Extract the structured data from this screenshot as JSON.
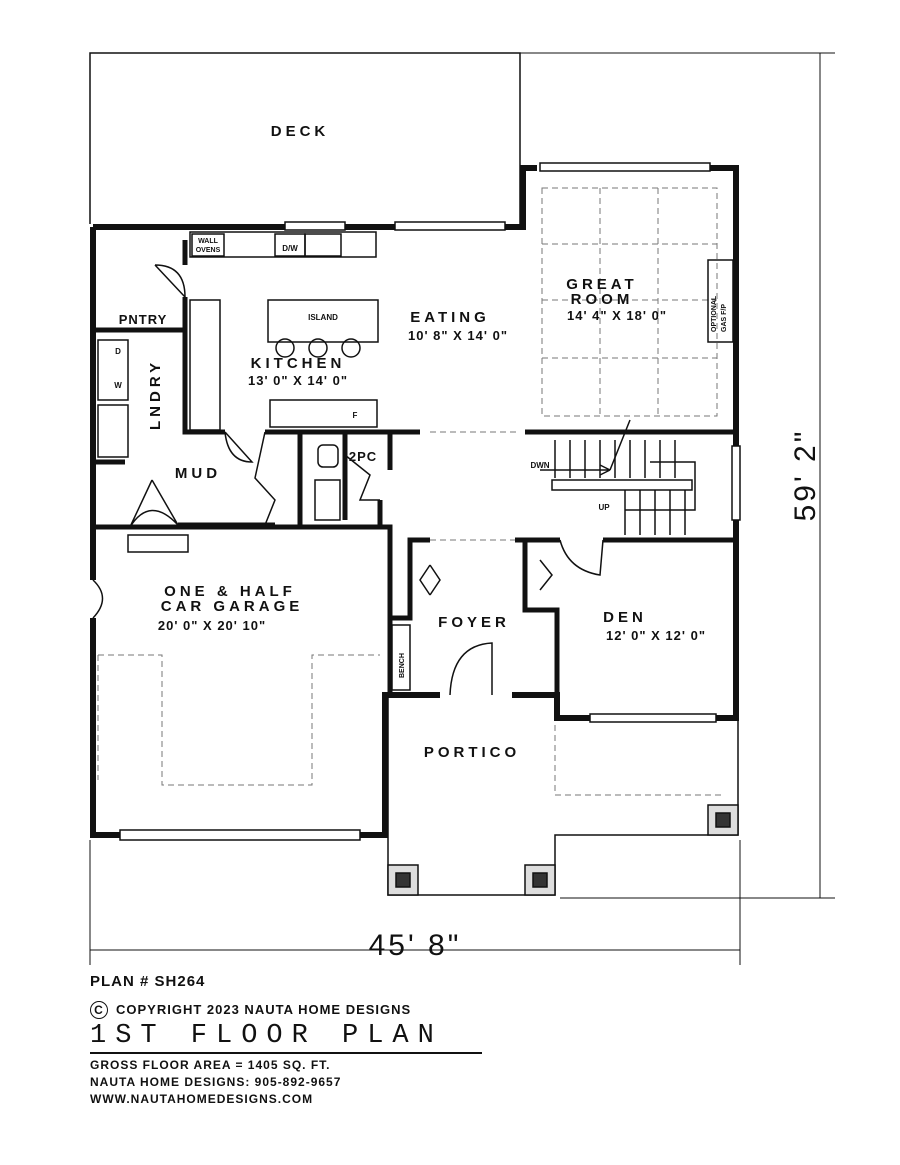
{
  "rooms": {
    "deck": "DECK",
    "great_room_1": "GREAT",
    "great_room_2": "ROOM",
    "great_room_size": "14' 4\" X 18' 0\"",
    "eating": "EATING",
    "eating_size": "10' 8\" X 14' 0\"",
    "kitchen": "KITCHEN",
    "kitchen_size": "13' 0\" X 14' 0\"",
    "pantry": "PNTRY",
    "laundry": "LNDRY",
    "mud": "MUD",
    "powder": "2PC",
    "garage_1": "ONE & HALF",
    "garage_2": "CAR GARAGE",
    "garage_size": "20' 0\" X 20' 10\"",
    "foyer": "FOYER",
    "den": "DEN",
    "den_size": "12' 0\" X 12' 0\"",
    "portico": "PORTICO"
  },
  "fixtures": {
    "wall_ovens_1": "WALL",
    "wall_ovens_2": "OVENS",
    "dishwasher": "D/W",
    "island": "ISLAND",
    "fridge": "F",
    "washer": "W",
    "dryer": "D",
    "bench": "BENCH",
    "fireplace_1": "OPTIONAL",
    "fireplace_2": "GAS F/P",
    "stairs_down": "DWN",
    "stairs_up": "UP"
  },
  "dimensions": {
    "width": "45' 8\"",
    "depth": "59' 2\""
  },
  "info": {
    "plan_number": "PLAN # SH264",
    "copyright_symbol": "C",
    "copyright": "COPYRIGHT 2023 NAUTA HOME DESIGNS",
    "sheet_title": "1ST FLOOR PLAN",
    "gross_area": "GROSS  FLOOR AREA  =   1405   SQ. FT.",
    "phone": "NAUTA HOME DESIGNS:  905-892-9657",
    "website": "WWW.NAUTAHOMEDESIGNS.COM"
  }
}
